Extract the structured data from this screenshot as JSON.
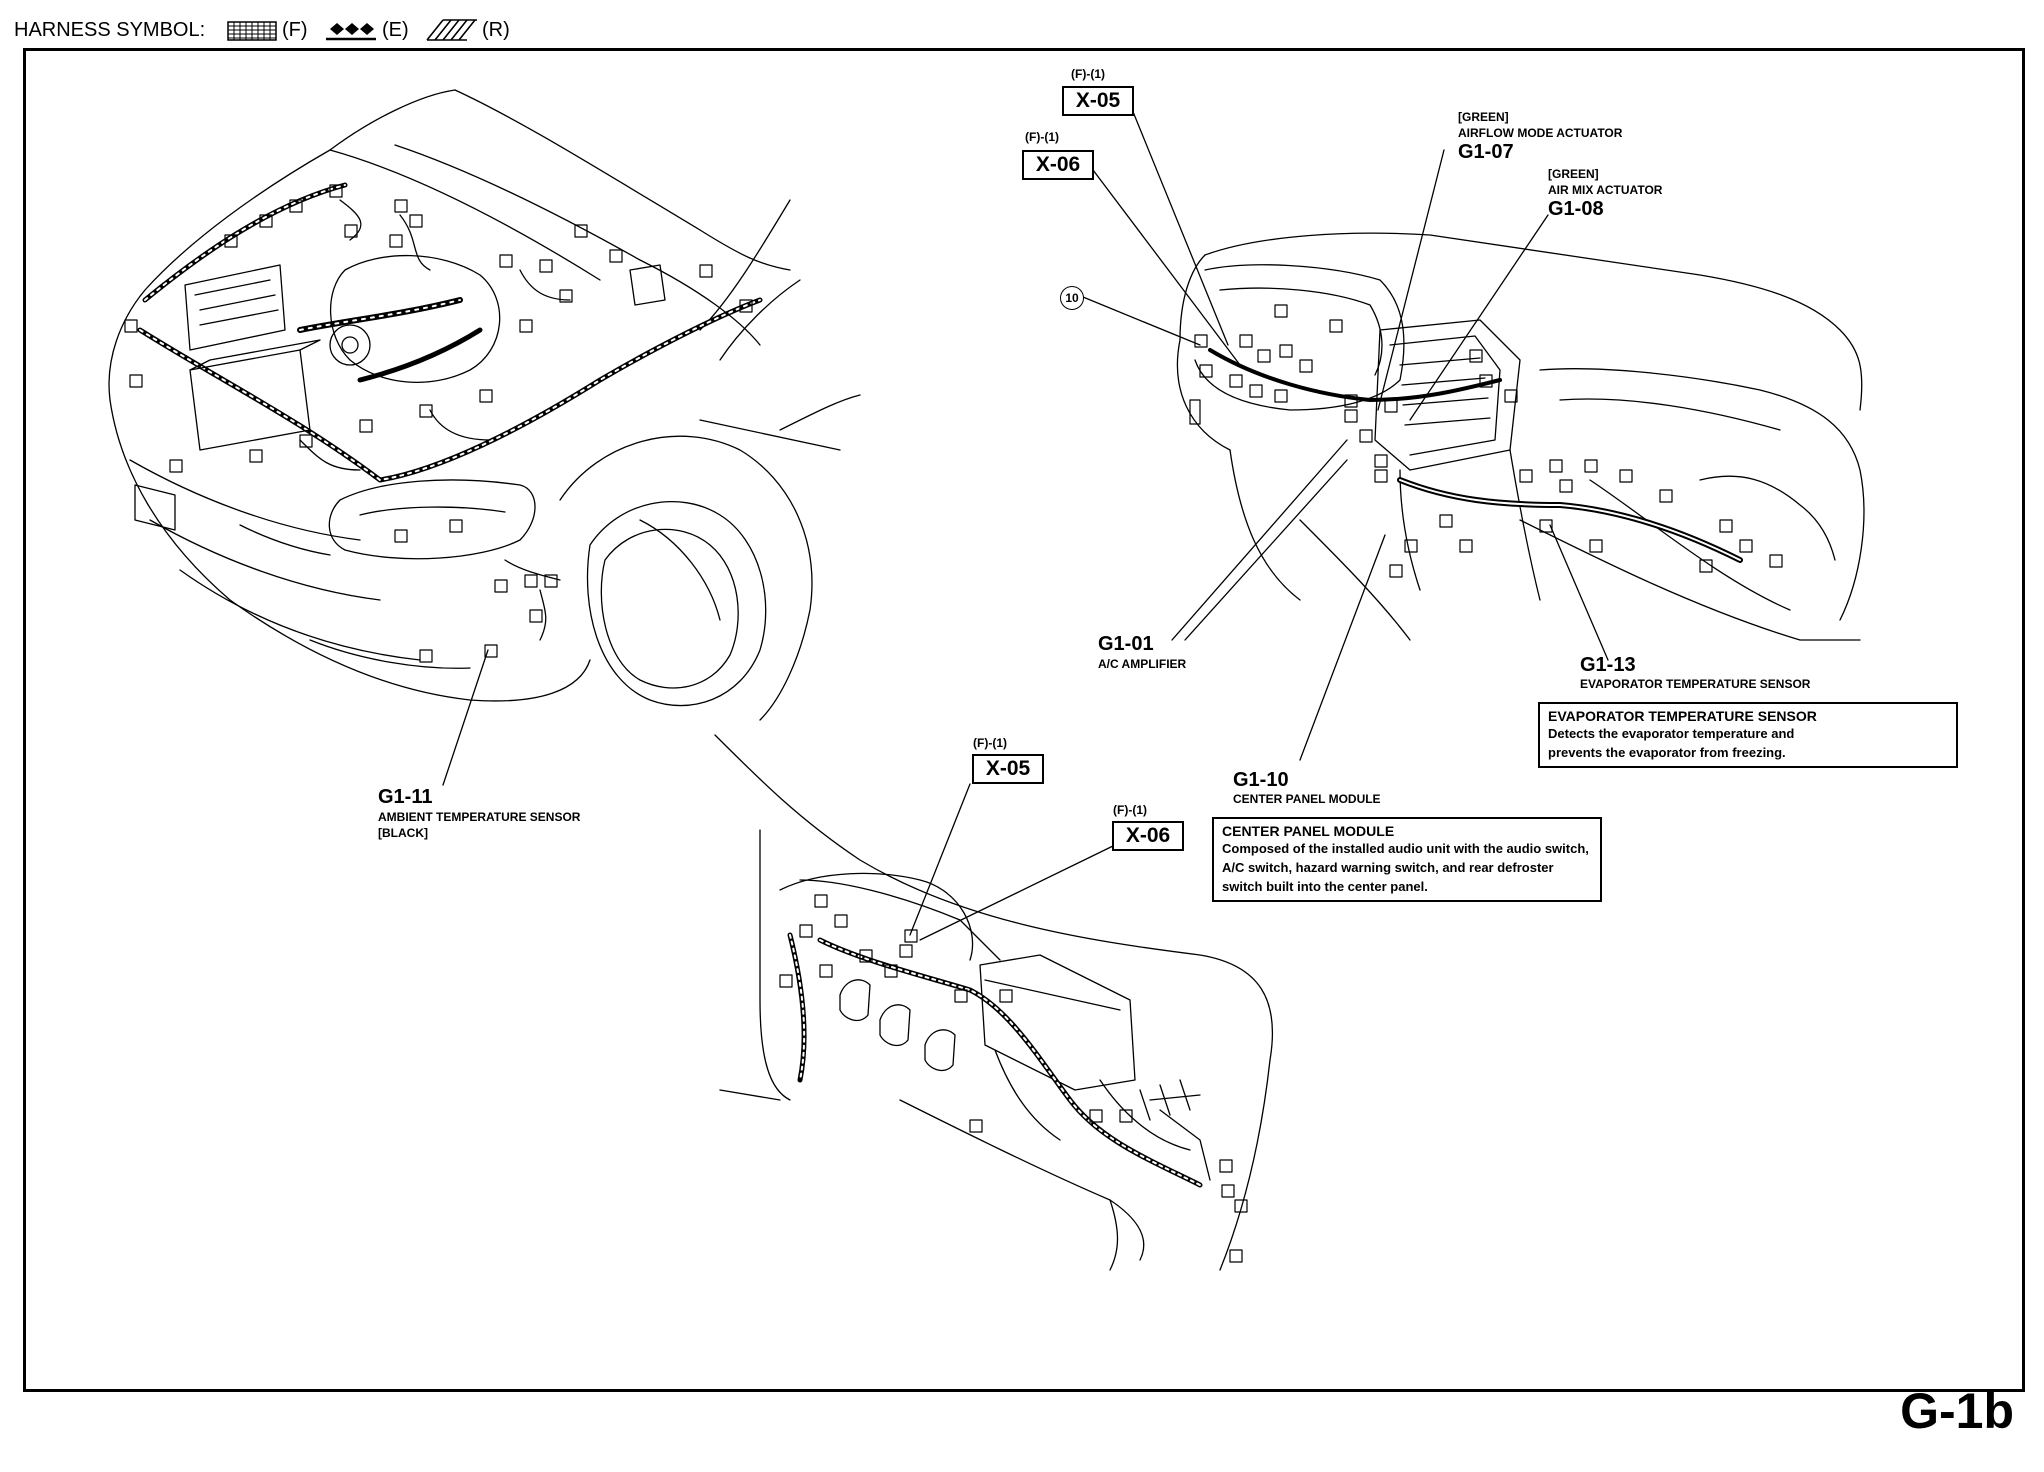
{
  "legend": {
    "title": "HARNESS SYMBOL:",
    "items": [
      {
        "pattern": "dotted-grid",
        "code": "(F)"
      },
      {
        "pattern": "diamond-chain",
        "code": "(E)"
      },
      {
        "pattern": "hatched",
        "code": "(R)"
      }
    ]
  },
  "top_right_view": {
    "x05": {
      "ref": "(F)-(1)",
      "code": "X-05"
    },
    "x06": {
      "ref": "(F)-(1)",
      "code": "X-06"
    },
    "g1_07": {
      "color": "[GREEN]",
      "name": "AIRFLOW MODE ACTUATOR",
      "code": "G1-07"
    },
    "g1_08": {
      "color": "[GREEN]",
      "name": "AIR MIX ACTUATOR",
      "code": "G1-08"
    },
    "marker_10": "10",
    "g1_01": {
      "code": "G1-01",
      "name": "A/C AMPLIFIER"
    },
    "g1_13": {
      "code": "G1-13",
      "name": "EVAPORATOR TEMPERATURE SENSOR"
    },
    "g1_10": {
      "code": "G1-10",
      "name": "CENTER PANEL MODULE"
    }
  },
  "front_view": {
    "g1_11": {
      "code": "G1-11",
      "name": "AMBIENT TEMPERATURE SENSOR",
      "color": "[BLACK]"
    }
  },
  "bottom_view": {
    "x05": {
      "ref": "(F)-(1)",
      "code": "X-05"
    },
    "x06": {
      "ref": "(F)-(1)",
      "code": "X-06"
    }
  },
  "info_boxes": {
    "evaporator": {
      "title": "EVAPORATOR TEMPERATURE SENSOR",
      "description": "Detects the evaporator temperature and prevents the evaporator from freezing."
    },
    "center_panel": {
      "title": "CENTER PANEL MODULE",
      "description": "Composed of the installed audio unit with the audio switch, A/C switch, hazard warning switch, and rear defroster switch built into the center panel."
    }
  },
  "page_code": "G-1b"
}
